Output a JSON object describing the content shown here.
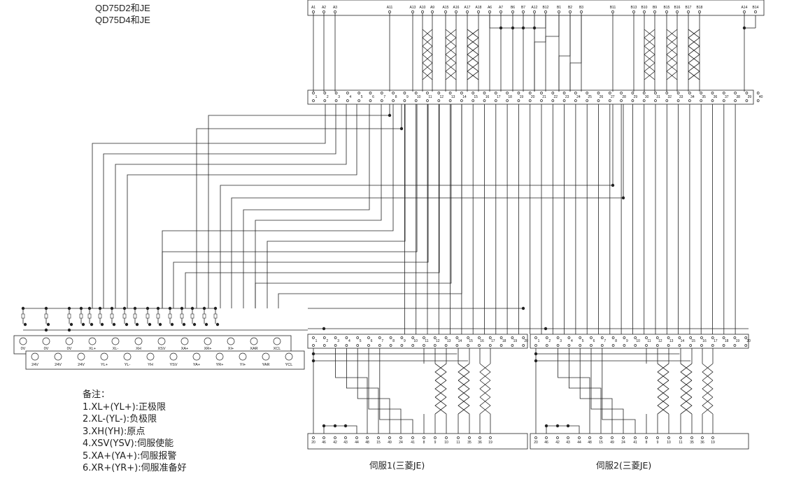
{
  "header": {
    "line1": "QD75D2和JE",
    "line2": "QD75D4和JE"
  },
  "plc_pins": [
    "A1",
    "A2",
    "A3",
    "A11",
    "A13",
    "A10",
    "A9",
    "A15",
    "A16",
    "A17",
    "A18",
    "A6",
    "A7",
    "B6",
    "B7",
    "A12",
    "B12",
    "B1",
    "B2",
    "B3",
    "B11",
    "B13",
    "B10",
    "B9",
    "B15",
    "B16",
    "B17",
    "B18",
    "A14",
    "B14"
  ],
  "io_top": [
    "0V",
    "0V",
    "0V",
    "XL+",
    "XL-",
    "XH",
    "XSV",
    "XA+",
    "XR+",
    "XI+",
    "XAR",
    "XCL"
  ],
  "io_bottom": [
    "24V",
    "24V",
    "24V",
    "YL+",
    "YL-",
    "YH",
    "YSV",
    "YA+",
    "YR+",
    "YI+",
    "YAR",
    "YCL"
  ],
  "servo_pins": [
    "20",
    "46",
    "42",
    "43",
    "44",
    "48",
    "15",
    "49",
    "24",
    "41",
    "8",
    "9",
    "10",
    "11",
    "35",
    "36",
    "19"
  ],
  "notes": {
    "title": "备注：",
    "items": [
      "1.XL+(YL+):正极限",
      "2.XL-(YL-):负极限",
      "3.XH(YH):原点",
      "4.XSV(YSV):伺服使能",
      "5.XA+(YA+):伺服报警",
      "6.XR+(YR+):伺服准备好"
    ]
  },
  "servo1_caption": "伺服1(三菱JE)",
  "servo2_caption": "伺服2(三菱JE)"
}
